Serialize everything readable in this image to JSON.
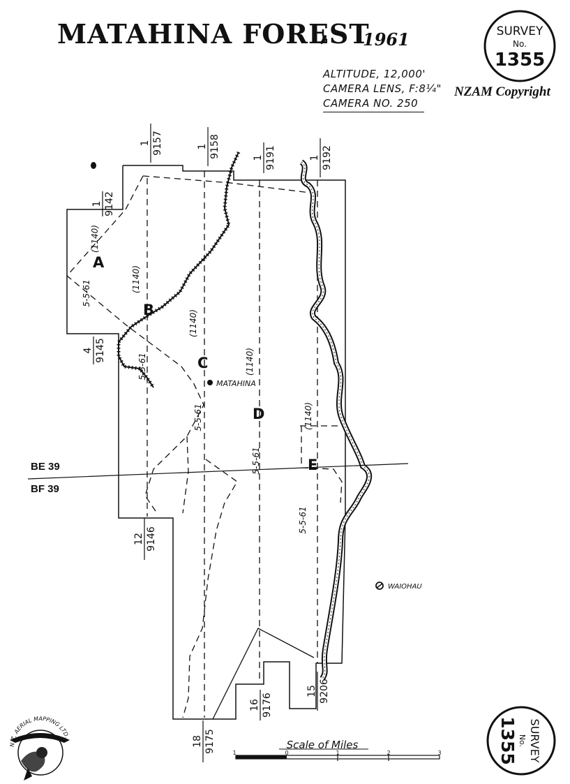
{
  "header": {
    "title": "MATAHINA FOREST",
    "comma": ",",
    "year": "1961",
    "altitude": "ALTITUDE, 12,000'",
    "camera_lens": "CAMERA LENS, F:8¼\"",
    "camera_no": "CAMERA NO. 250",
    "copyright": "NZAM Copyright"
  },
  "survey_stamp": {
    "word": "SURVEY",
    "no": "No.",
    "number": "1355"
  },
  "run_labels": [
    "A",
    "B",
    "C",
    "D",
    "E"
  ],
  "flight_numbers": [
    {
      "top": "1",
      "bottom": "9142"
    },
    {
      "top": "1",
      "bottom": "9157"
    },
    {
      "top": "1",
      "bottom": "9158"
    },
    {
      "top": "1",
      "bottom": "9191"
    },
    {
      "top": "1",
      "bottom": "9192"
    },
    {
      "top": "4",
      "bottom": "9145"
    },
    {
      "top": "12",
      "bottom": "9146"
    },
    {
      "top": "18",
      "bottom": "9175"
    },
    {
      "top": "16",
      "bottom": "9176"
    },
    {
      "top": "15",
      "bottom": "9206"
    }
  ],
  "annotations": {
    "altitude_mark": "(1140)",
    "date": "5-5-61"
  },
  "places": {
    "matahina": "MATAHINA",
    "waiohau": "WAIOHAU"
  },
  "grid": {
    "upper": "BE 39",
    "lower": "BF 39"
  },
  "scale": {
    "title": "Scale of Miles",
    "ticks": [
      "1",
      "0",
      "1",
      "2",
      "3"
    ]
  },
  "logo": {
    "text": "N.Z. AERIAL MAPPING LTD."
  }
}
